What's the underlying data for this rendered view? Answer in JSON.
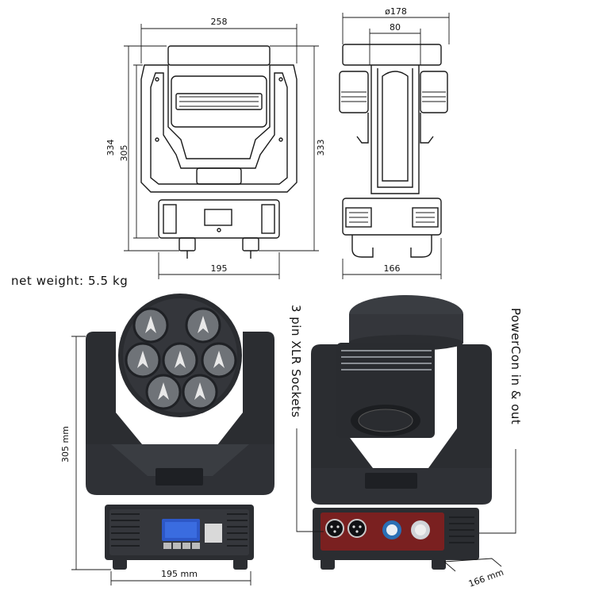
{
  "technical_drawing": {
    "front_view": {
      "width_top": "258",
      "height_outer": "334",
      "height_inner": "305",
      "height_right": "333",
      "base_width": "195"
    },
    "side_view": {
      "head_diameter": "ø178",
      "arm_width": "80",
      "base_depth": "166"
    }
  },
  "product_info": {
    "net_weight": "net weight: 5.5 kg"
  },
  "photo_front": {
    "height_label": "305 mm",
    "width_label": "195 mm"
  },
  "photo_back": {
    "depth_label": "166 mm",
    "callout_left": "3 pin XLR Sockets",
    "callout_right": "PowerCon in & out"
  },
  "colors": {
    "line": "#1a1a1a",
    "body_dark": "#2b2d31",
    "body_mid": "#3a3d42",
    "panel_red": "#7a2020",
    "powercon_blue": "#2a6fb5",
    "display_blue": "#2d58c8"
  }
}
